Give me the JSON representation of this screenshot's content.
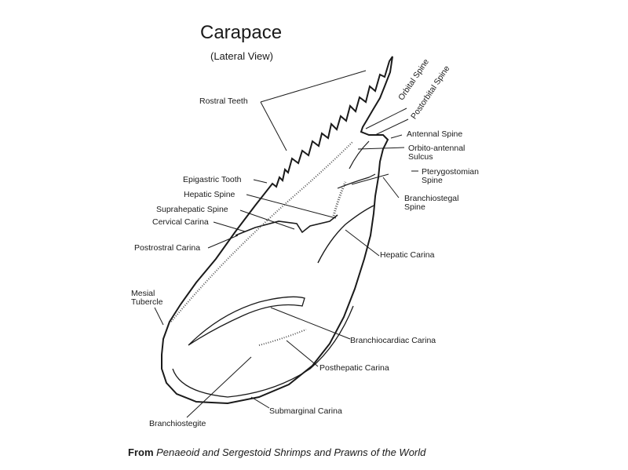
{
  "title": "Carapace",
  "subtitle": "(Lateral View)",
  "labels": {
    "rostral_teeth": "Rostral Teeth",
    "orbital_spine": "Orbital Spine",
    "postorbital_spine": "Postorbital Spine",
    "antennal_spine": "Antennal Spine",
    "orbito_antennal_1": "Orbito-antennal",
    "orbito_antennal_2": "Sulcus",
    "pterygostomian_1": "Pterygostomian",
    "pterygostomian_2": "Spine",
    "branchiostegal_1": "Branchiostegal",
    "branchiostegal_2": "Spine",
    "epigastric_tooth": "Epigastric Tooth",
    "hepatic_spine": "Hepatic Spine",
    "suprahepatic_spine": "Suprahepatic Spine",
    "cervical_carina": "Cervical Carina",
    "postrostral_carina": "Postrostral Carina",
    "hepatic_carina": "Hepatic Carina",
    "mesial_tubercle_1": "Mesial",
    "mesial_tubercle_2": "Tubercle",
    "branchiocardiac_carina": "Branchiocardiac Carina",
    "posthepatic_carina": "Posthepatic Carina",
    "submarginal_carina": "Submarginal Carina",
    "branchiostegite": "Branchiostegite"
  },
  "credit": {
    "prefix": "From",
    "source": "Penaeoid and Sergestoid Shrimps and Prawns of the World"
  }
}
